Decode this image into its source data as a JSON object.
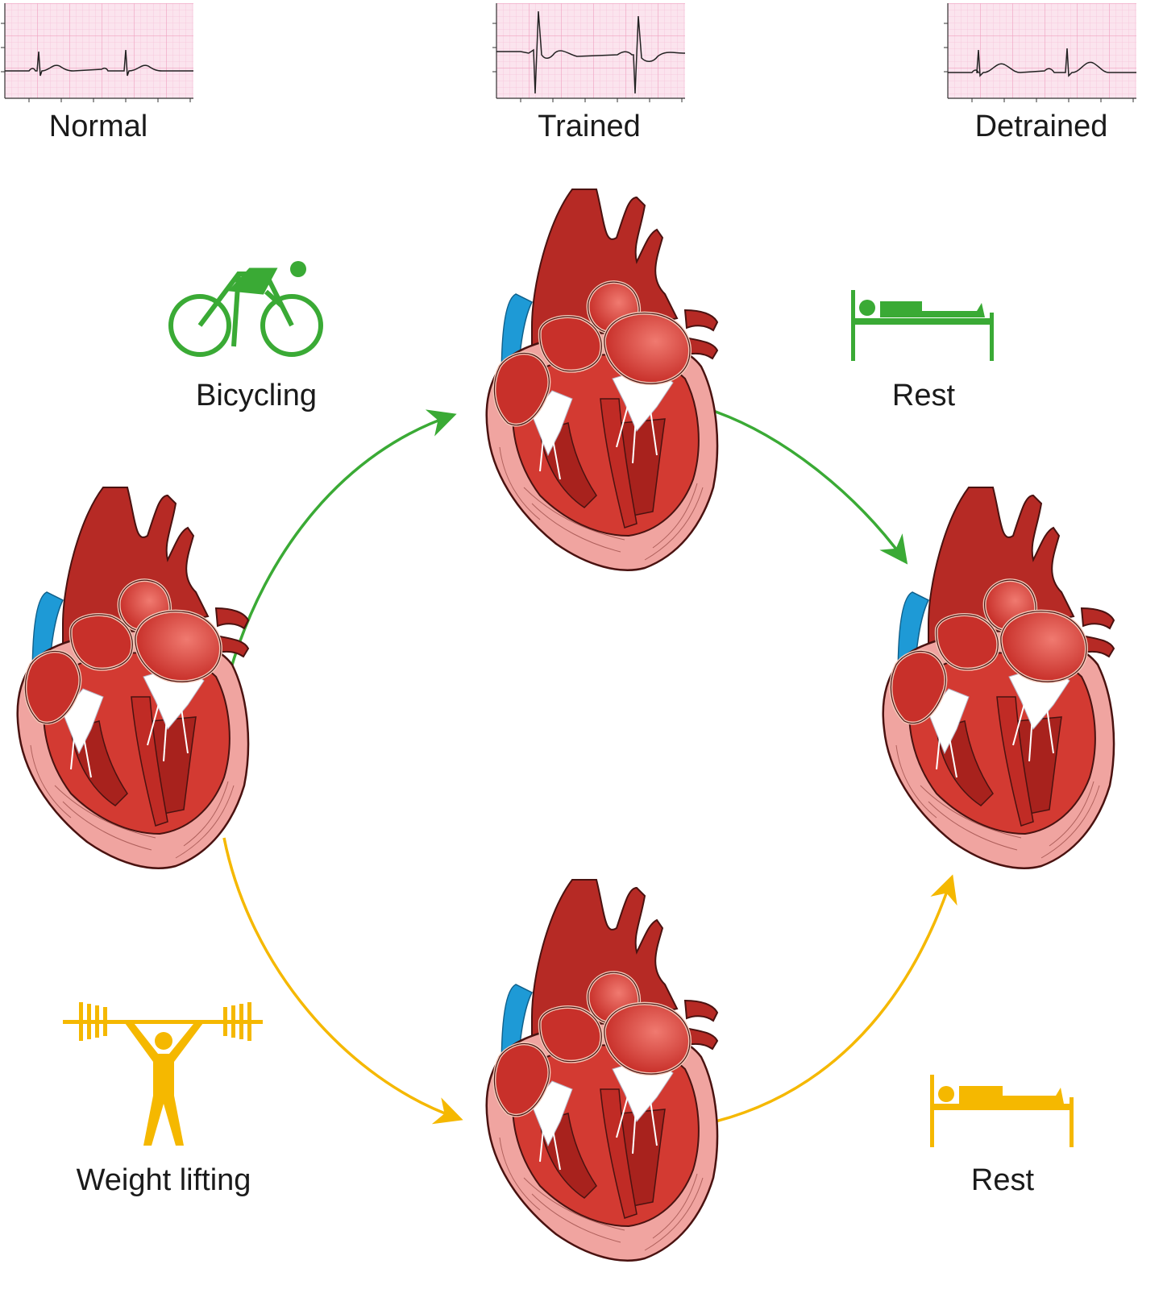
{
  "colors": {
    "endurance": "#3aaa35",
    "resistance": "#f5b800",
    "heart_dark": "#b62a25",
    "heart_mid": "#d33a32",
    "heart_light": "#f0a4a0",
    "vein": "#1e9ad6",
    "ecg_bg": "#fbe4ee",
    "ecg_grid": "#f2a9c6"
  },
  "ecg_strips": {
    "normal": {
      "label": "Normal"
    },
    "trained": {
      "label": "Trained"
    },
    "detrained": {
      "label": "Detrained"
    }
  },
  "activities": {
    "bicycling": {
      "label": "Bicycling",
      "icon": "bicycle-icon"
    },
    "rest_top": {
      "label": "Rest",
      "icon": "bed-icon"
    },
    "weight_lifting": {
      "label": "Weight lifting",
      "icon": "weightlifter-icon"
    },
    "rest_bottom": {
      "label": "Rest",
      "icon": "bed-icon"
    }
  }
}
